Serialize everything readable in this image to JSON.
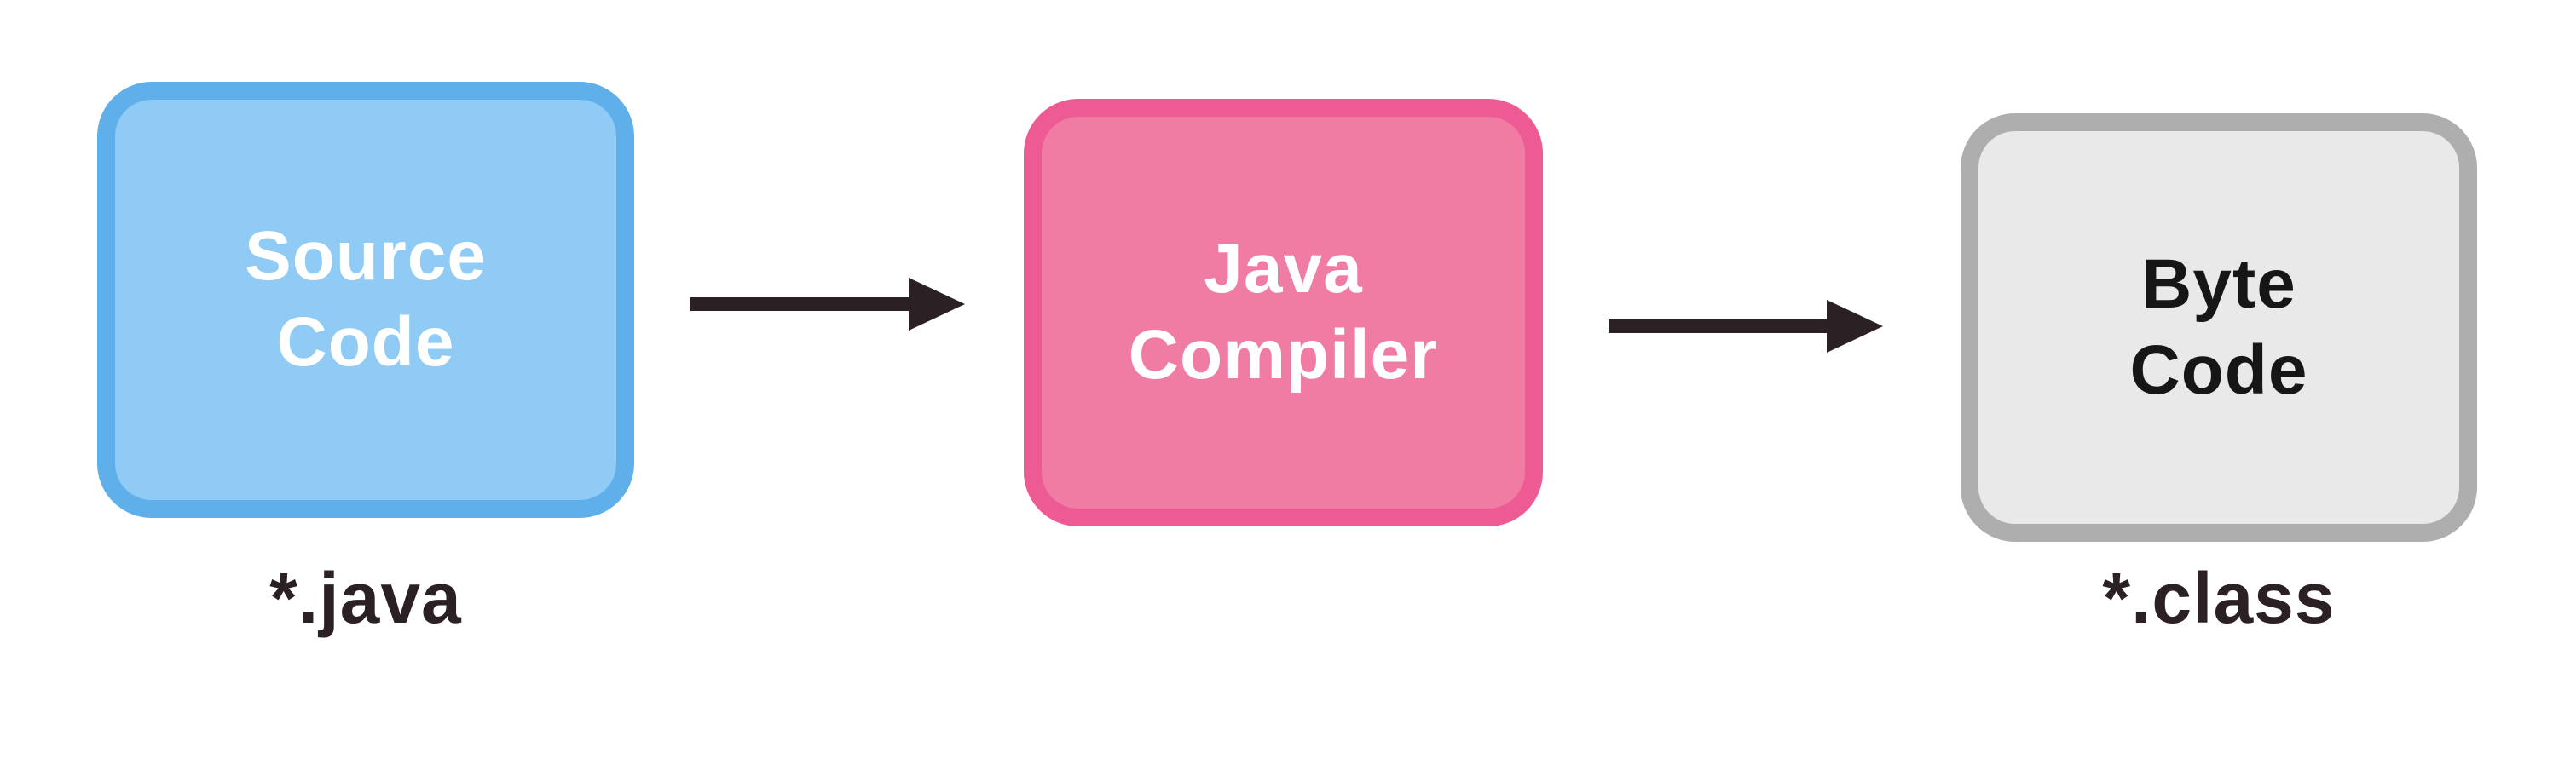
{
  "diagram": {
    "type": "flowchart",
    "nodes": [
      {
        "id": "source-code",
        "label": "Source\nCode",
        "caption": "*.java",
        "fill_color": "#8FCBF4",
        "border_color": "#5FB0EA",
        "text_color": "#FFFFFF"
      },
      {
        "id": "java-compiler",
        "label": "Java\nCompiler",
        "caption": "",
        "fill_color": "#F07CA4",
        "border_color": "#EE5B94",
        "text_color": "#FFFFFF"
      },
      {
        "id": "byte-code",
        "label": "Byte\nCode",
        "caption": "*.class",
        "fill_color": "#E9E9EA",
        "border_color": "#AEAEAF",
        "text_color": "#161616"
      }
    ],
    "connections": [
      {
        "from": "source-code",
        "to": "java-compiler"
      },
      {
        "from": "java-compiler",
        "to": "byte-code"
      }
    ]
  },
  "colors": {
    "arrow": "#2B2124",
    "caption": "#2B2124",
    "background": "#FFFFFF"
  }
}
